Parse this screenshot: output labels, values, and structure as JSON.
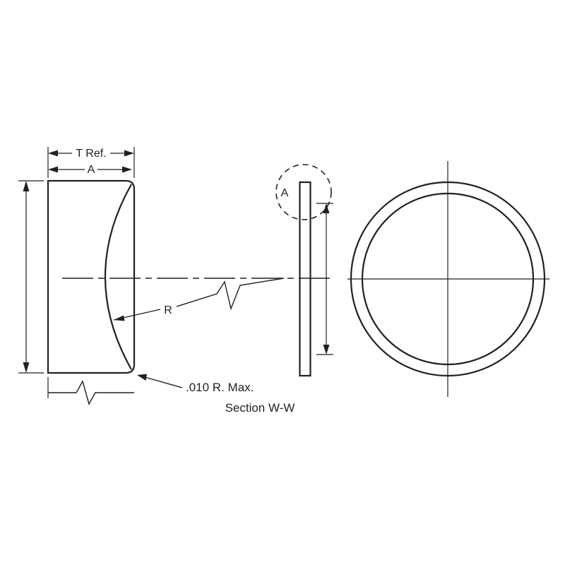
{
  "drawing": {
    "labels": {
      "t_ref": "T Ref.",
      "a_dim": "A",
      "r": "R",
      "radius_note": ".010 R. Max.",
      "caption": "Section W-W",
      "detail": "A"
    },
    "colors": {
      "line": "#231F20",
      "background": "#FFFFFF"
    }
  }
}
